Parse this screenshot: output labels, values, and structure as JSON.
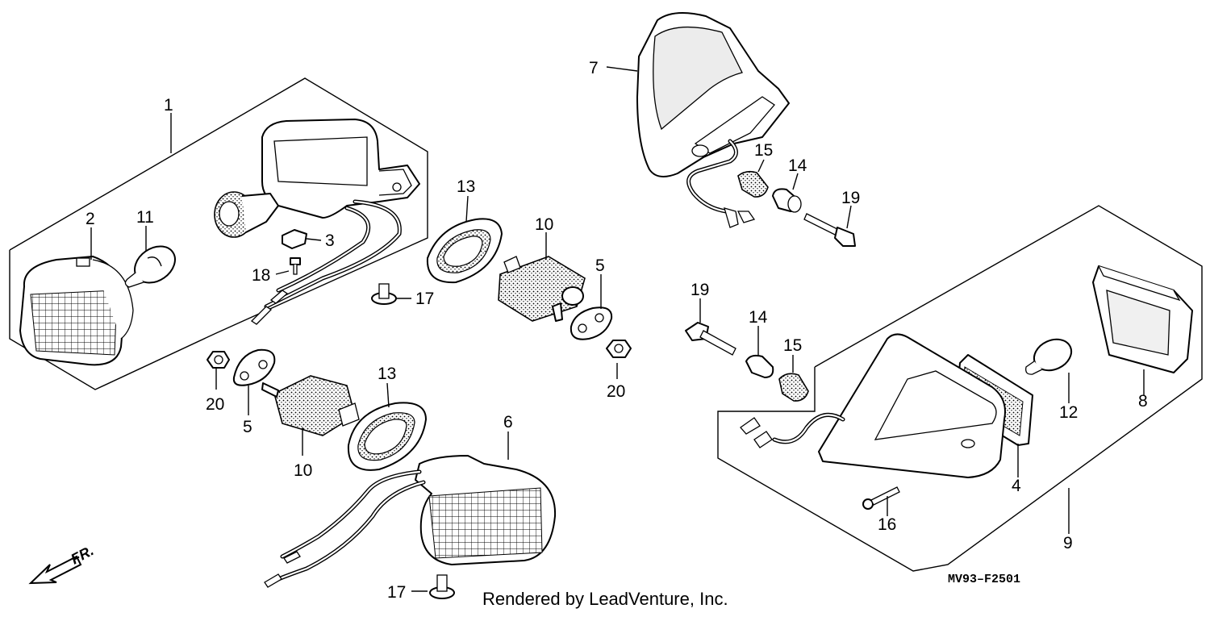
{
  "diagram": {
    "callouts": {
      "c1": "1",
      "c2": "2",
      "c3": "3",
      "c4": "4",
      "c5a": "5",
      "c5b": "5",
      "c6": "6",
      "c7": "7",
      "c8": "8",
      "c9": "9",
      "c10a": "10",
      "c10b": "10",
      "c11": "11",
      "c12": "12",
      "c13a": "13",
      "c13b": "13",
      "c14a": "14",
      "c14b": "14",
      "c15a": "15",
      "c15b": "15",
      "c16": "16",
      "c17a": "17",
      "c17b": "17",
      "c18": "18",
      "c19a": "19",
      "c19b": "19",
      "c20a": "20",
      "c20b": "20"
    },
    "diagram_code": "MV93–F2501",
    "direction_label": "FR.",
    "credit": "Rendered by LeadVenture, Inc."
  },
  "colors": {
    "line": "#000000",
    "background": "#ffffff",
    "shade": "#d9d9d9"
  }
}
